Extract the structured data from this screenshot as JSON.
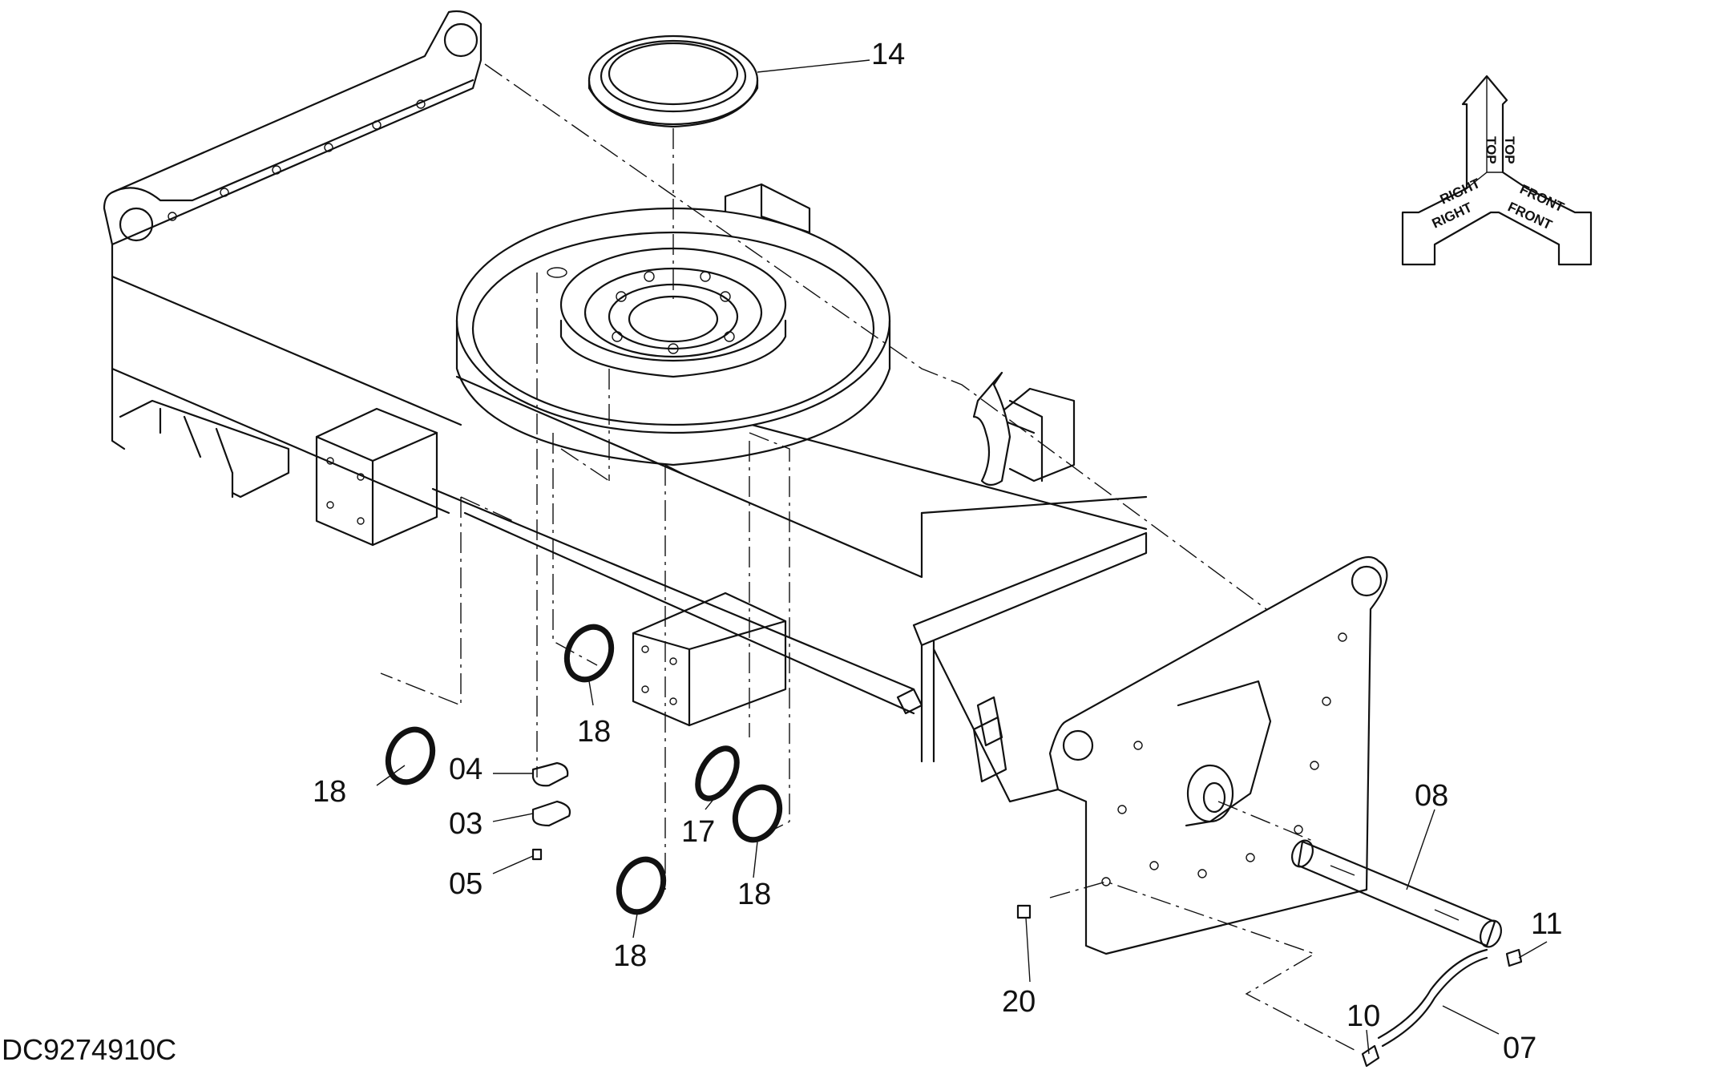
{
  "drawing_code": "DC9274910C",
  "orientation": {
    "top": "TOP",
    "right": "RIGHT",
    "front": "FRONT"
  },
  "callouts": [
    {
      "id": "c14",
      "label": "14"
    },
    {
      "id": "c18a",
      "label": "18"
    },
    {
      "id": "c18b",
      "label": "18"
    },
    {
      "id": "c18c",
      "label": "18"
    },
    {
      "id": "c18d",
      "label": "18"
    },
    {
      "id": "c04",
      "label": "04"
    },
    {
      "id": "c03",
      "label": "03"
    },
    {
      "id": "c05",
      "label": "05"
    },
    {
      "id": "c17",
      "label": "17"
    },
    {
      "id": "c08",
      "label": "08"
    },
    {
      "id": "c11",
      "label": "11"
    },
    {
      "id": "c20",
      "label": "20"
    },
    {
      "id": "c10",
      "label": "10"
    },
    {
      "id": "c07",
      "label": "07"
    }
  ]
}
